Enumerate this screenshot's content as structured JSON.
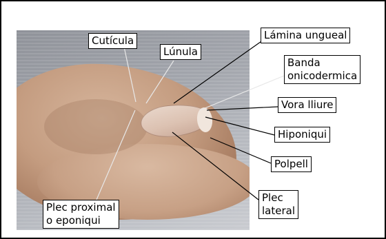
{
  "labels": {
    "cuticula": "Cutícula",
    "lunula": "Lúnula",
    "lamina_ungueal": "Lámina ungueal",
    "banda_line1": "Banda",
    "banda_line2": "onicodermica",
    "vora_lliure": "Vora lliure",
    "hiponiqui": "Hiponiqui",
    "polpell": "Polpell",
    "plec_lateral_line1": "Plec",
    "plec_lateral_line2": "lateral",
    "plec_proximal_line1": "Plec proximal",
    "plec_proximal_line2": "o eponiqui"
  }
}
